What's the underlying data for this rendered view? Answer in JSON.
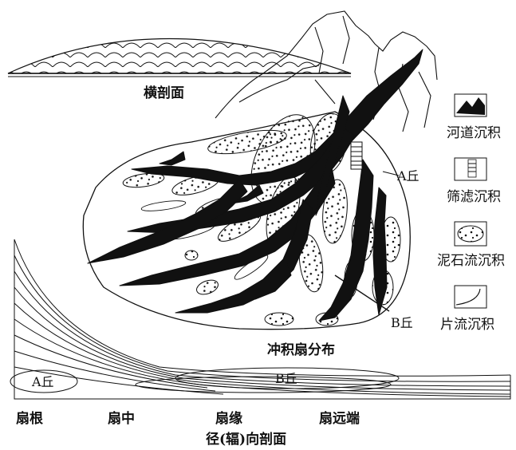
{
  "figure": {
    "cross_section_caption": "横剖面",
    "fan_map_caption": "冲积扇分布",
    "radial_section_caption": "径(辐)向剖面"
  },
  "mound_labels": {
    "map_a": "A丘",
    "map_b": "B丘",
    "section_a": "A丘",
    "section_b": "B丘"
  },
  "radial_positions": [
    {
      "label": "扇根"
    },
    {
      "label": "扇中"
    },
    {
      "label": "扇缘"
    },
    {
      "label": "扇远端"
    }
  ],
  "legend": [
    {
      "label": "河道沉积",
      "icon": "channel-fill-icon"
    },
    {
      "label": "筛滤沉积",
      "icon": "sieve-hatch-icon"
    },
    {
      "label": "泥石流沉积",
      "icon": "dotted-lens-icon"
    },
    {
      "label": "片流沉积",
      "icon": "sheetflow-curve-icon"
    }
  ],
  "colors": {
    "ink": "#111111",
    "paper": "#ffffff"
  }
}
